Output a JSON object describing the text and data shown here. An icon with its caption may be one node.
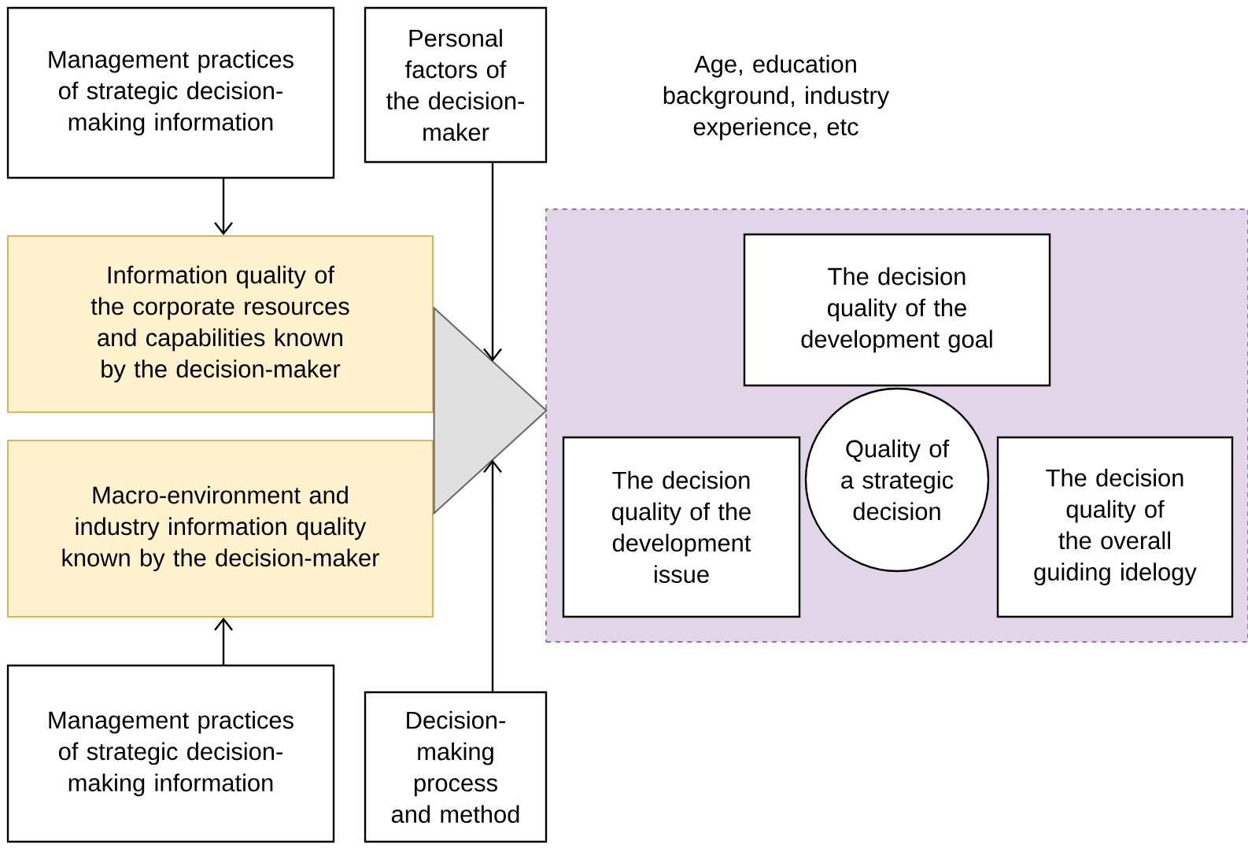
{
  "diagram": {
    "nodes": [
      {
        "text": [
          "Management practices of strategic decision-making information"
        ]
      },
      {
        "text": [
          "Personal factors of the decision-maker"
        ]
      },
      {
        "text": [
          "Information quality of the corporate resources and capabilities known by the decision-maker"
        ]
      },
      {
        "text": [
          "Macro-environment and industry information quality known by the decision-maker"
        ]
      },
      {
        "text": [],
        "shape": "triangle"
      },
      {
        "text": [],
        "shape": "box"
      },
      {
        "text": [
          "The decision quality of the development goal"
        ],
        "in": 5
      },
      {
        "text": [
          "Quality of a strategic decision"
        ],
        "in": 5
      },
      {
        "text": [
          "The decision quality of the development issue"
        ],
        "in": 5
      },
      {
        "text": [
          "The decision quality of the overall guiding idelogy"
        ],
        "in": 5
      },
      {
        "text": [
          "Management practices of strategic decision-making information"
        ]
      },
      {
        "text": [
          "Decision-making process and method"
        ]
      }
    ],
    "edges": [
      {
        "from": 0,
        "to": 2,
        "arrow": "to"
      },
      {
        "from": 10,
        "to": 3,
        "arrow": "to"
      },
      {
        "from": 1,
        "to": 4,
        "arrow": "to"
      },
      {
        "from": 11,
        "to": 4,
        "arrow": "to"
      }
    ],
    "labels": [
      "Age, education background, industry experience, etc"
    ]
  }
}
